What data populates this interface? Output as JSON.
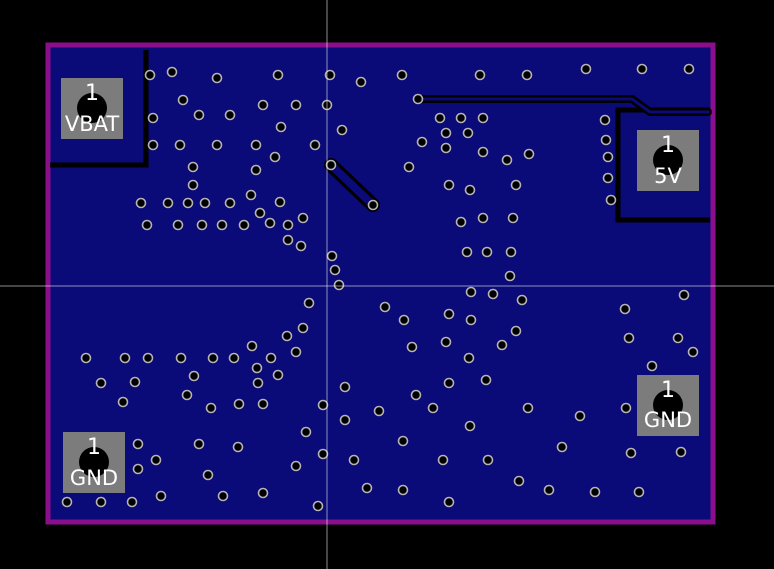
{
  "colors": {
    "background": "#000000",
    "board_fill": "#0a0a78",
    "board_outline": "#8b0f8b",
    "pad": "#7c7c7c",
    "via_ring": "#b4b4b4",
    "trace": "#000000",
    "crosshair": "#ffffff"
  },
  "pads": [
    {
      "id": "vbat",
      "number": "1",
      "net": "VBAT"
    },
    {
      "id": "5v",
      "number": "1",
      "net": "5V"
    },
    {
      "id": "gnd-right",
      "number": "1",
      "net": "GND"
    },
    {
      "id": "gnd-left",
      "number": "1",
      "net": "GND"
    }
  ]
}
